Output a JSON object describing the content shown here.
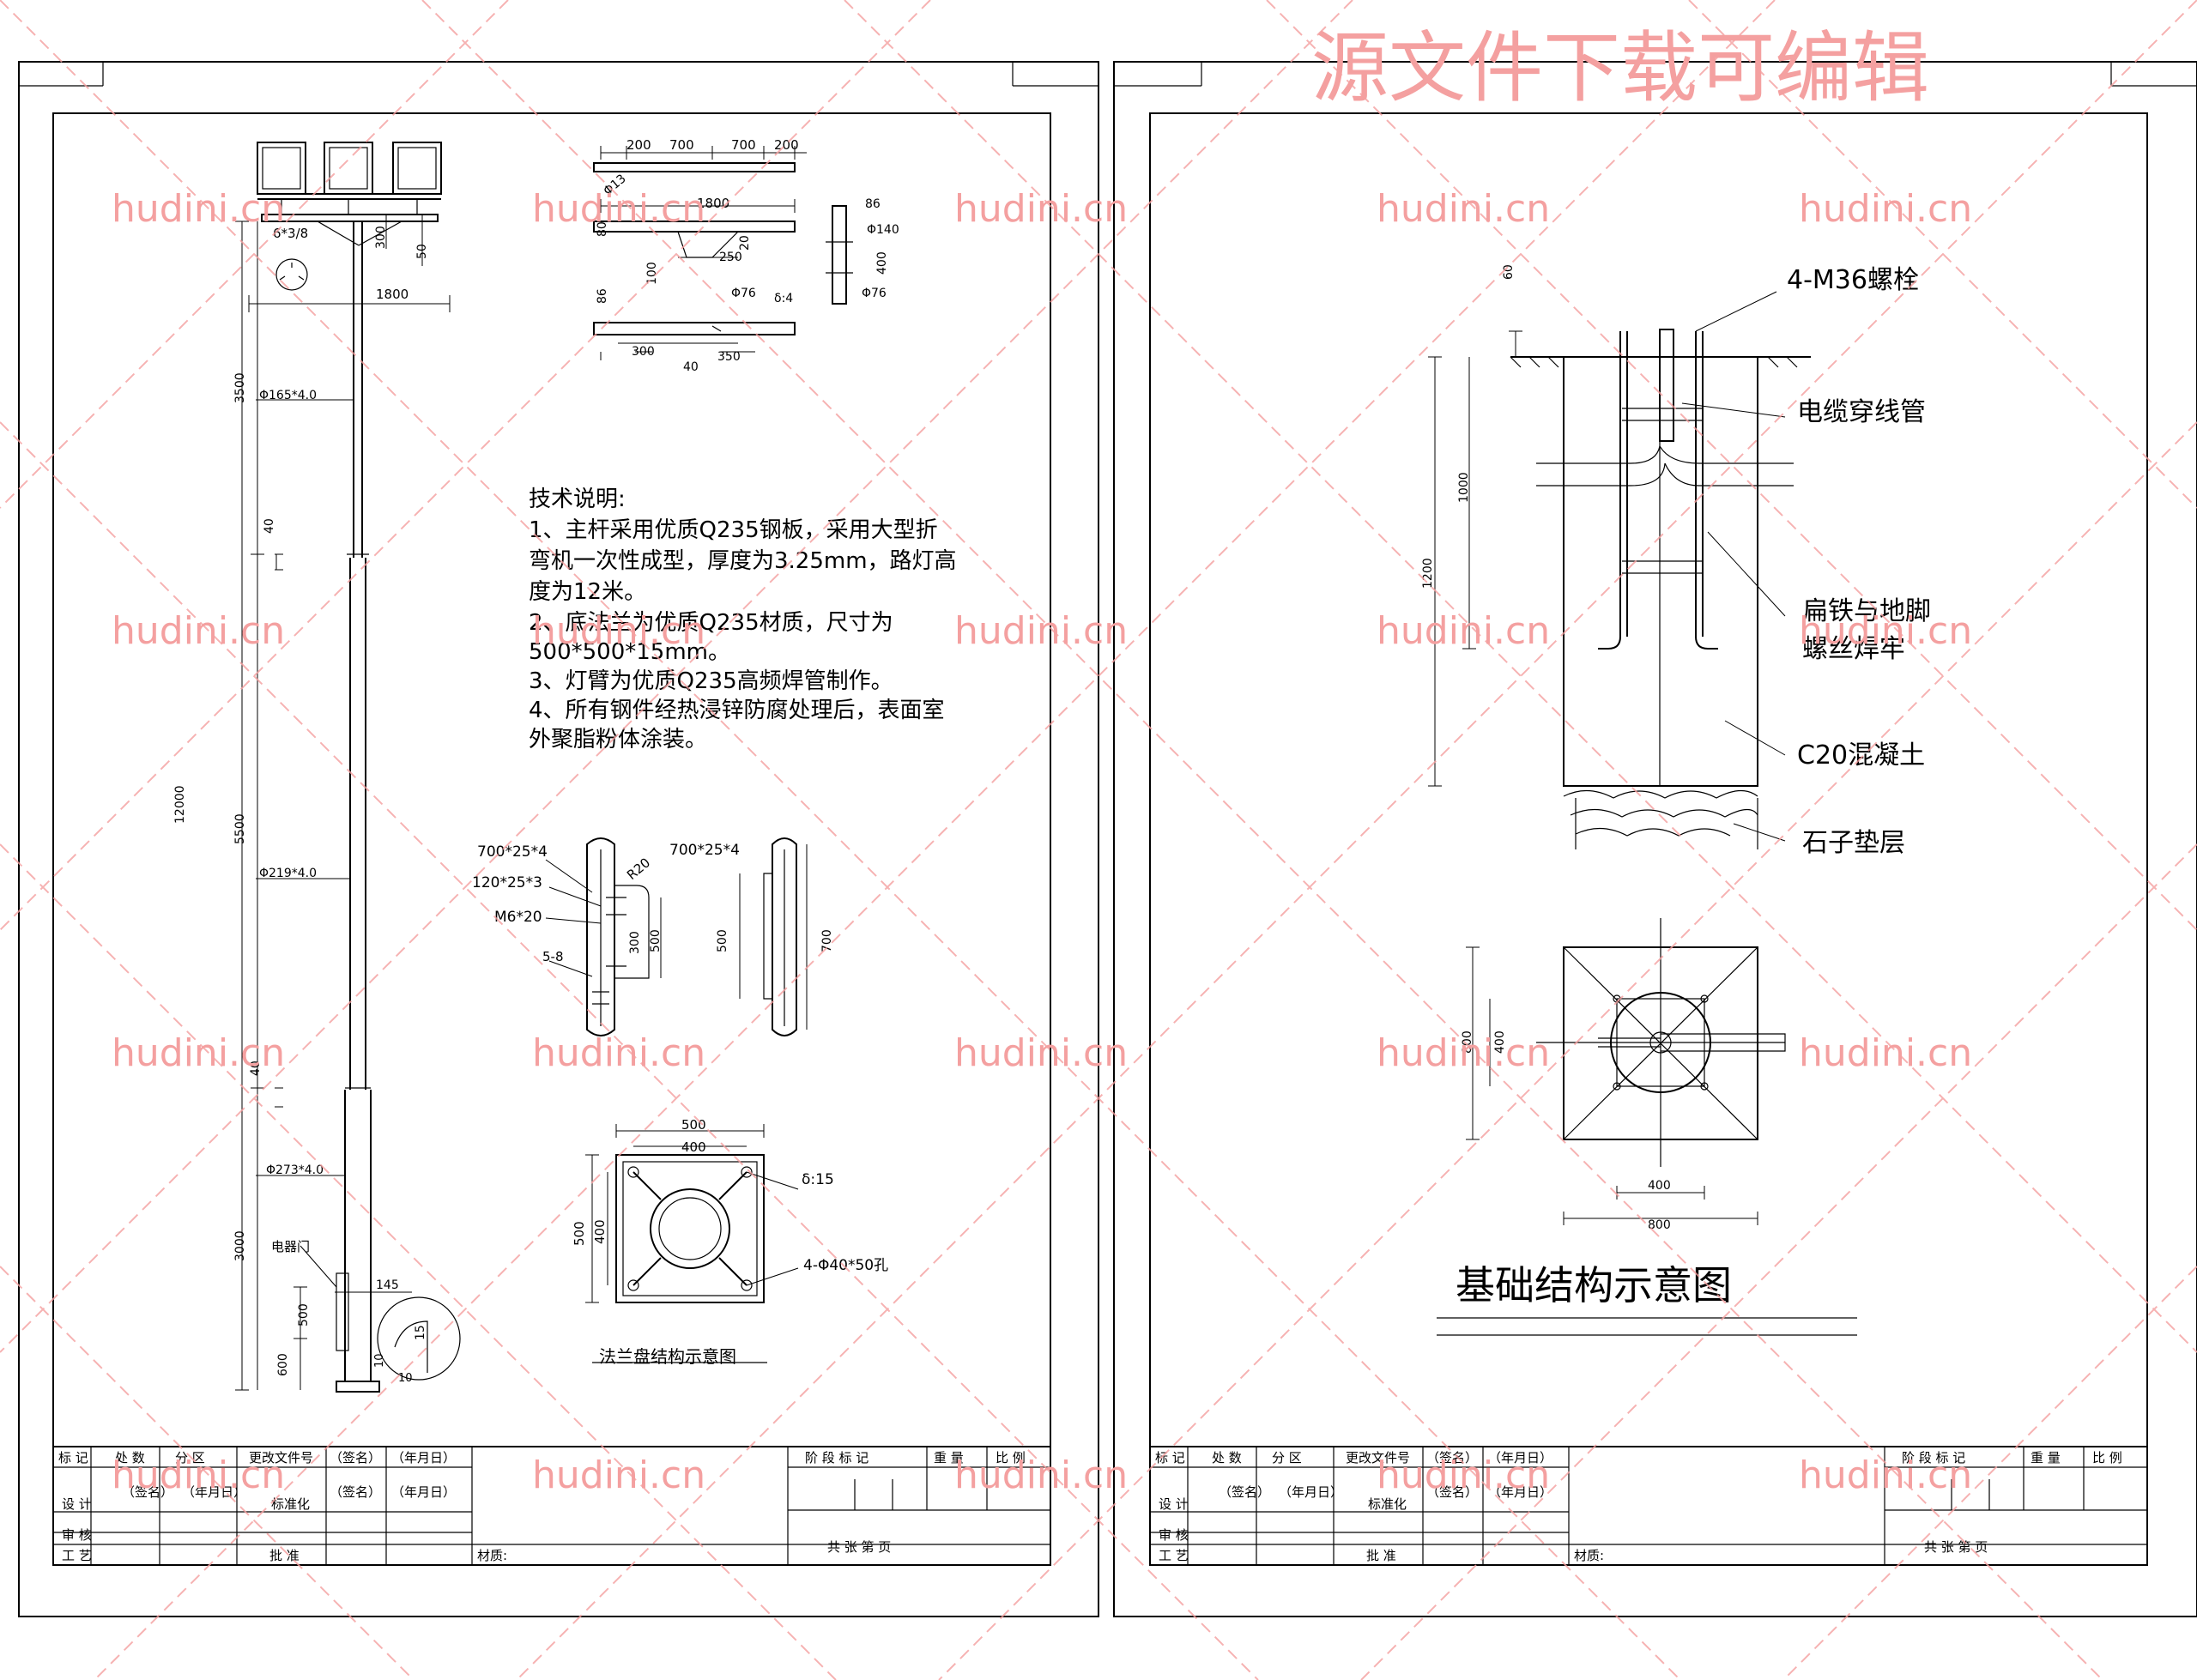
{
  "header_watermark": "源文件下载可编辑",
  "watermark_text": "hudini.cn",
  "colors": {
    "watermark": "#f4a0a0",
    "lines": "#000000",
    "background": "#ffffff"
  },
  "left_sheet": {
    "tech_notes": {
      "title": "技术说明:",
      "lines": [
        "1、主杆采用优质Q235钢板，采用大型折",
        "弯机一次性成型，厚度为3.25mm，路灯高",
        "度为12米。",
        "2、底法兰为优质Q235材质，尺寸为",
        "500*500*15mm。",
        "3、灯臂为优质Q235高频焊管制作。",
        "4、所有钢件经热浸锌防腐处理后，表面室",
        "外聚脂粉体涂装。"
      ]
    },
    "pole_labels": {
      "bolts": "6*3/8",
      "d300": "300",
      "d50": "50",
      "d1800": "1800",
      "d3500": "3500",
      "d12000": "12000",
      "d5500": "5500",
      "d3000": "3000",
      "d40a": "40",
      "d40b": "40",
      "d500": "500",
      "d600": "600",
      "d145": "145",
      "d15": "15",
      "d10a": "10",
      "d10b": "10",
      "sec1": "Φ165*4.0",
      "sec2": "Φ219*4.0",
      "sec3": "Φ273*4.0",
      "door": "电器门"
    },
    "arm_labels": {
      "a200a": "200",
      "a700a": "700",
      "a700b": "700",
      "a200b": "200",
      "phi13": "Φ13",
      "a1800": "1800",
      "a80": "80",
      "a86a": "86",
      "a100": "100",
      "a250": "250",
      "a20": "20",
      "phi76a": "Φ76",
      "thick": "δ:4",
      "a86b": "86",
      "phi140": "Φ140",
      "a400": "400",
      "phi76b": "Φ76",
      "a300": "300",
      "a40": "40",
      "a350": "350"
    },
    "clamp_labels": {
      "c1": "700*25*4",
      "c2": "120*25*3",
      "c3": "M6*20",
      "c4": "5-8",
      "r20": "R20",
      "c300": "300",
      "c500": "500",
      "c5": "700*25*4",
      "c500b": "500",
      "c700": "700"
    },
    "flange": {
      "caption": "法兰盘结构示意图",
      "w500": "500",
      "w400": "400",
      "h500": "500",
      "h400": "400",
      "thickness": "δ:15",
      "holes": "4-Φ40*50孔"
    }
  },
  "right_sheet": {
    "title": "基础结构示意图",
    "callouts": {
      "bolts": "4-M36螺栓",
      "conduit": "电缆穿线管",
      "weld_1": "扁铁与地脚",
      "weld_2": "螺丝焊牢",
      "concrete": "C20混凝土",
      "gravel": "石子垫层"
    },
    "dims": {
      "d60": "60",
      "d1000": "1000",
      "d1200": "1200",
      "p800": "800",
      "p400": "400",
      "b400": "400",
      "b800": "800"
    }
  },
  "title_block": {
    "r1": [
      "标 记",
      "处 数",
      "分 区",
      "更改文件号",
      "（签名）",
      "（年月日）"
    ],
    "r2": [
      "设 计",
      "（签名）",
      "（年月日）",
      "标准化",
      "（签名）",
      "（年月日）"
    ],
    "r3": [
      "审 核"
    ],
    "r4": [
      "工 艺",
      "批 准"
    ],
    "material": "材质:",
    "stage": "阶 段 标 记",
    "weight": "重 量",
    "scale": "比 例",
    "sheets": "共    张    第    页"
  }
}
